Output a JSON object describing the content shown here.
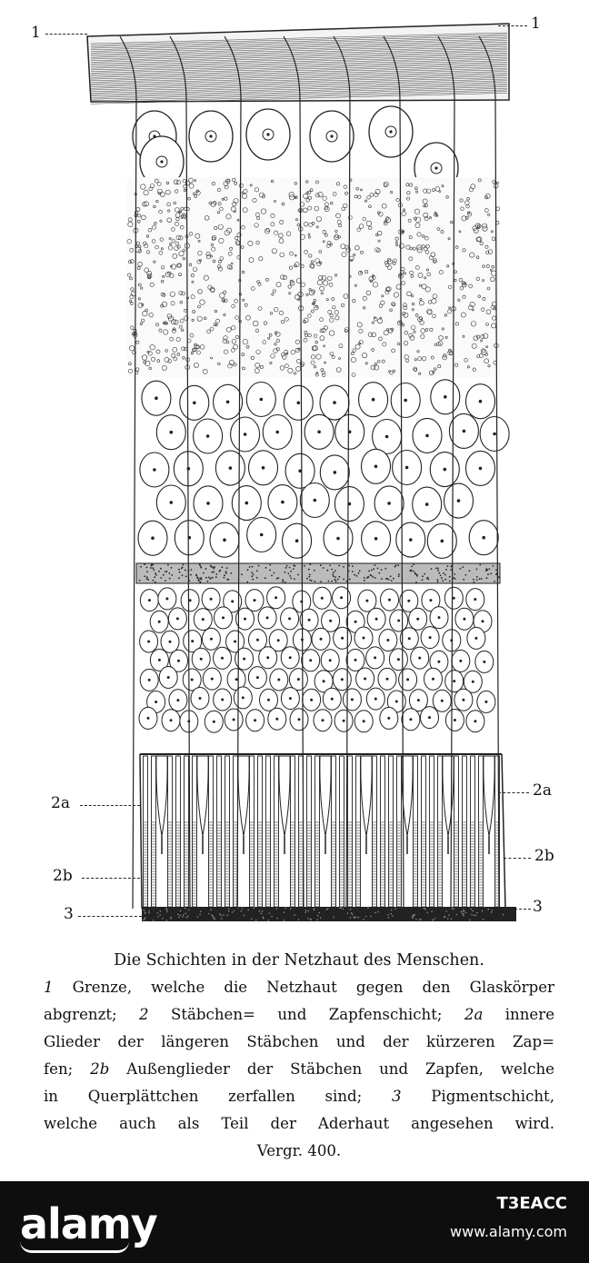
{
  "figure": {
    "labels": {
      "l1_left": "1",
      "l1_right": "1",
      "l2a_left": "2a",
      "l2a_right": "2a",
      "l2b_left": "2b",
      "l2b_right": "2b",
      "l3_left": "3",
      "l3_right": "3"
    }
  },
  "caption": {
    "title": "Die Schichten in der Netzhaut des Menschen.",
    "body": [
      {
        "num": "1",
        "text": " Grenze, welche die Netzhaut gegen den Glaskörper"
      },
      {
        "num": "",
        "text": "abgrenzt; "
      },
      {
        "num": "2",
        "text": " Stäbchen= und Zapfenschicht; "
      },
      {
        "num": "2a",
        "text": " innere"
      },
      {
        "num": "",
        "text": "Glieder der längeren Stäbchen und der kürzeren Zap="
      },
      {
        "num": "",
        "text": "fen; "
      },
      {
        "num": "2b",
        "text": " Außenglieder der Stäbchen und Zapfen, welche"
      },
      {
        "num": "",
        "text": "in Querplättchen zerfallen sind; "
      },
      {
        "num": "3",
        "text": " Pigmentschicht,"
      },
      {
        "num": "",
        "text": "welche auch als Teil der Aderhaut angesehen wird."
      }
    ],
    "magnification": "Vergr. 400."
  },
  "watermark": {
    "brand": "alamy",
    "stock_id": "T3EACC",
    "site": "www.alamy.com"
  }
}
